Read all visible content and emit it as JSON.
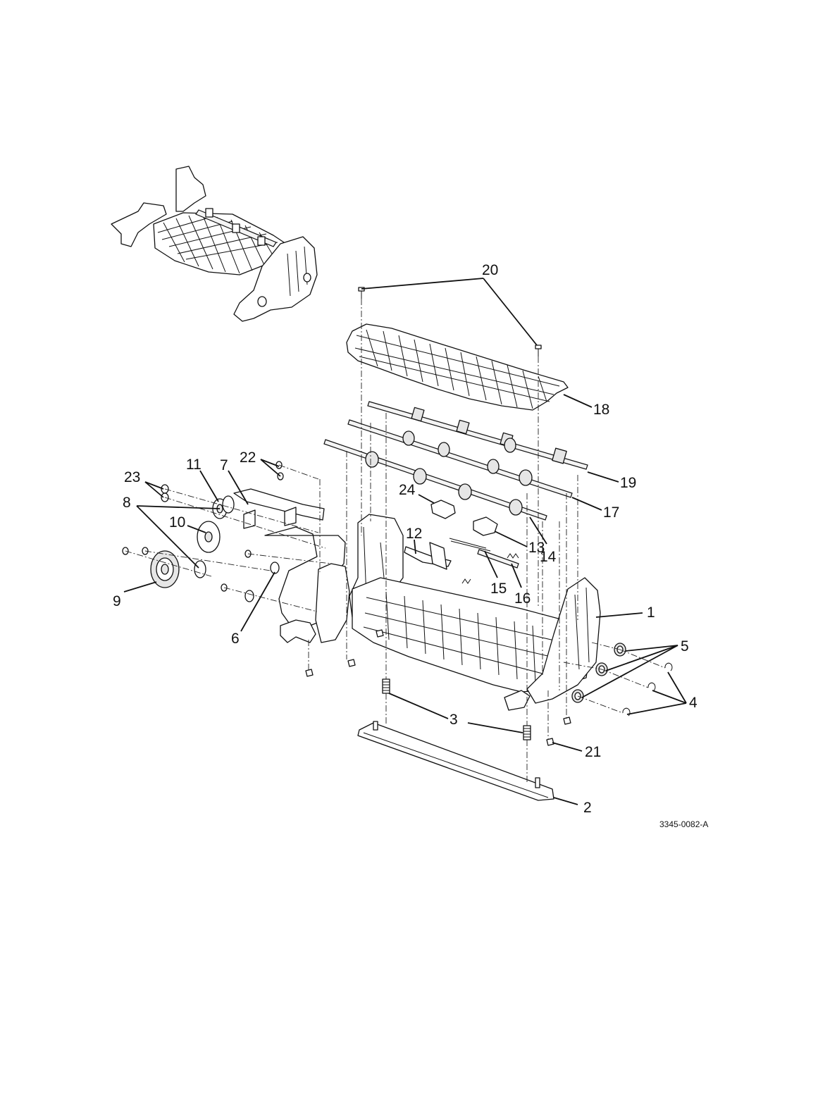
{
  "figure": {
    "id": "3345-0082-A",
    "callouts": [
      "1",
      "2",
      "3",
      "4",
      "5",
      "6",
      "7",
      "8",
      "9",
      "10",
      "11",
      "12",
      "13",
      "14",
      "15",
      "16",
      "17",
      "18",
      "19",
      "20",
      "21",
      "22",
      "23",
      "24"
    ]
  },
  "colors": {
    "line": "#111111",
    "background": "#ffffff",
    "shade": "#e6e6e6"
  }
}
